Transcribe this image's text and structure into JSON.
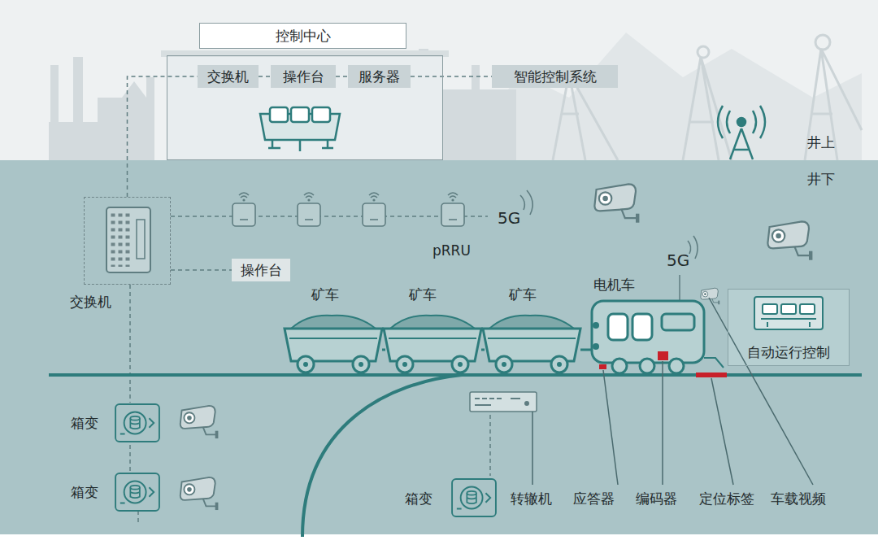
{
  "diagram": {
    "nodes": [
      {
        "text": [
          "控制中心"
        ]
      },
      {
        "text": [
          "交换机"
        ],
        "in": 0
      },
      {
        "text": [
          "操作台"
        ],
        "in": 0
      },
      {
        "text": [
          "服务器"
        ],
        "in": 0
      },
      {
        "text": [
          "智能控制系统"
        ]
      },
      {
        "text": [
          "交换机"
        ]
      },
      {
        "text": [
          "操作台"
        ]
      },
      {
        "text": [
          "自动运行控制"
        ]
      }
    ],
    "edges": [
      {
        "from": 1,
        "to": 2,
        "arrow": "none"
      },
      {
        "from": 2,
        "to": 3,
        "arrow": "none"
      },
      {
        "from": 3,
        "to": 4,
        "arrow": "none"
      },
      {
        "from": 5,
        "to": 1,
        "arrow": "none"
      },
      {
        "from": 5,
        "to": 6,
        "arrow": "none"
      }
    ],
    "labels": [
      "井上",
      "井下",
      "5G",
      "pRRU",
      "5G",
      "矿车",
      "矿车",
      "矿车",
      "电机车",
      "箱变",
      "箱变",
      "箱变",
      "转辙机",
      "应答器",
      "编码器",
      "定位标签",
      "车载视频"
    ]
  }
}
